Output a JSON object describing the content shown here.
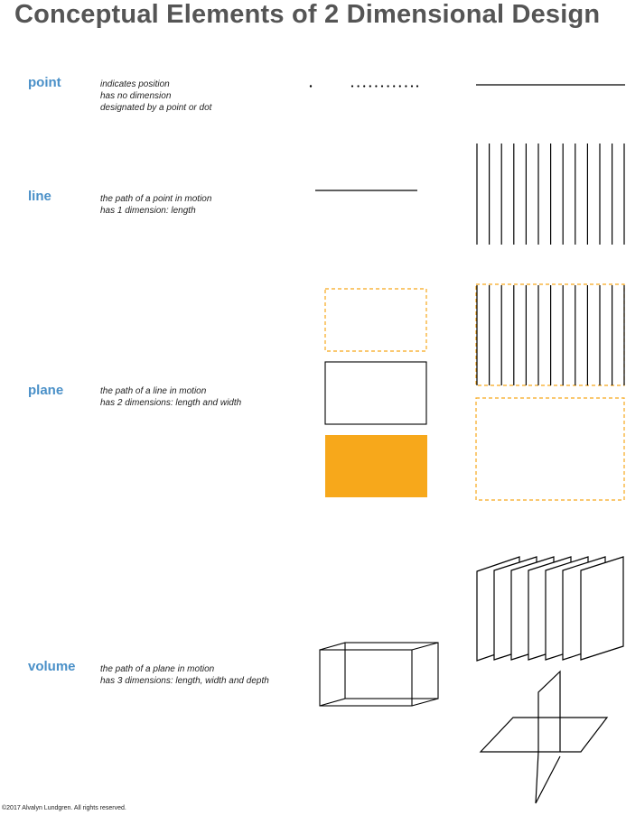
{
  "title": "Conceptual Elements of 2 Dimensional Design",
  "elements": [
    {
      "term": "point",
      "lines": [
        "indicates position",
        "has no dimension",
        "designated by a point or dot"
      ]
    },
    {
      "term": "line",
      "lines": [
        "the path of a point in motion",
        "has 1 dimension: length"
      ]
    },
    {
      "term": "plane",
      "lines": [
        "the path of a line in motion",
        "has 2 dimensions: length and width"
      ]
    },
    {
      "term": "volume",
      "lines": [
        "the path of a plane in motion",
        "has 3 dimensions: length, width and depth"
      ]
    }
  ],
  "copyright": "©2017 Alvalyn Lundgren. All rights reserved.",
  "colors": {
    "title": "#555555",
    "term": "#4a90c8",
    "accent": "#f7a81b",
    "ink": "#000000"
  }
}
